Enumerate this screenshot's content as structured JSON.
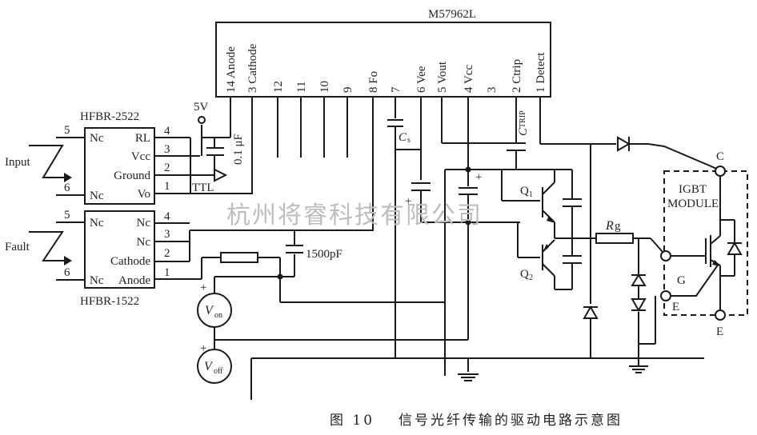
{
  "driver_ic": {
    "name": "M57962L",
    "pins": [
      {
        "label": "14 Anode"
      },
      {
        "label": "3 Cathode"
      },
      {
        "label": "12"
      },
      {
        "label": "11"
      },
      {
        "label": "10"
      },
      {
        "label": "9"
      },
      {
        "label": "8 Fo"
      },
      {
        "label": "7"
      },
      {
        "label": "6 Vee"
      },
      {
        "label": "5 Vout"
      },
      {
        "label": "4 Vcc"
      },
      {
        "label": "3"
      },
      {
        "label": "2 Ctrip"
      },
      {
        "label": "1 Detect"
      }
    ]
  },
  "receiver": {
    "name": "HFBR-2522",
    "left_pins": [
      {
        "num": "5",
        "label": "Nc"
      },
      {
        "num": "6",
        "label": "Nc"
      }
    ],
    "right_pins": [
      {
        "num": "4",
        "label": "RL"
      },
      {
        "num": "3",
        "label": "Vcc"
      },
      {
        "num": "2",
        "label": "Ground"
      },
      {
        "num": "1",
        "label": "Vo"
      }
    ],
    "signal_label": "Input"
  },
  "transmitter": {
    "name": "HFBR-1522",
    "left_pins": [
      {
        "num": "5",
        "label": "Nc"
      },
      {
        "num": "6",
        "label": "Nc"
      }
    ],
    "right_pins": [
      {
        "num": "4",
        "label": "Nc"
      },
      {
        "num": "3",
        "label": "Nc"
      },
      {
        "num": "2",
        "label": "Cathode"
      },
      {
        "num": "1",
        "label": "Anode"
      }
    ],
    "signal_label": "Fault"
  },
  "labels": {
    "supply": "5V",
    "decoupling_cap": "0.1 μF",
    "ttl": "TTL",
    "fault_cap": "1500pF",
    "cs": "C",
    "cs_sub": "s",
    "ctrip": "C",
    "ctrip_sub": "TRIP",
    "q1": "Q",
    "q1_sub": "1",
    "q2": "Q",
    "q2_sub": "2",
    "rg": "R",
    "rg_sub": "g",
    "von": "V",
    "von_sub": "on",
    "voff": "V",
    "voff_sub": "off",
    "plus": "+"
  },
  "igbt_module": {
    "title_line1": "IGBT",
    "title_line2": "MODULE",
    "terminal_c": "C",
    "terminal_g": "G",
    "terminal_e_gate": "E",
    "terminal_e_power": "E"
  },
  "watermark": "杭州将睿科技有限公司",
  "caption": {
    "figure": "图 10",
    "title": "信号光纤传输的驱动电路示意图"
  }
}
